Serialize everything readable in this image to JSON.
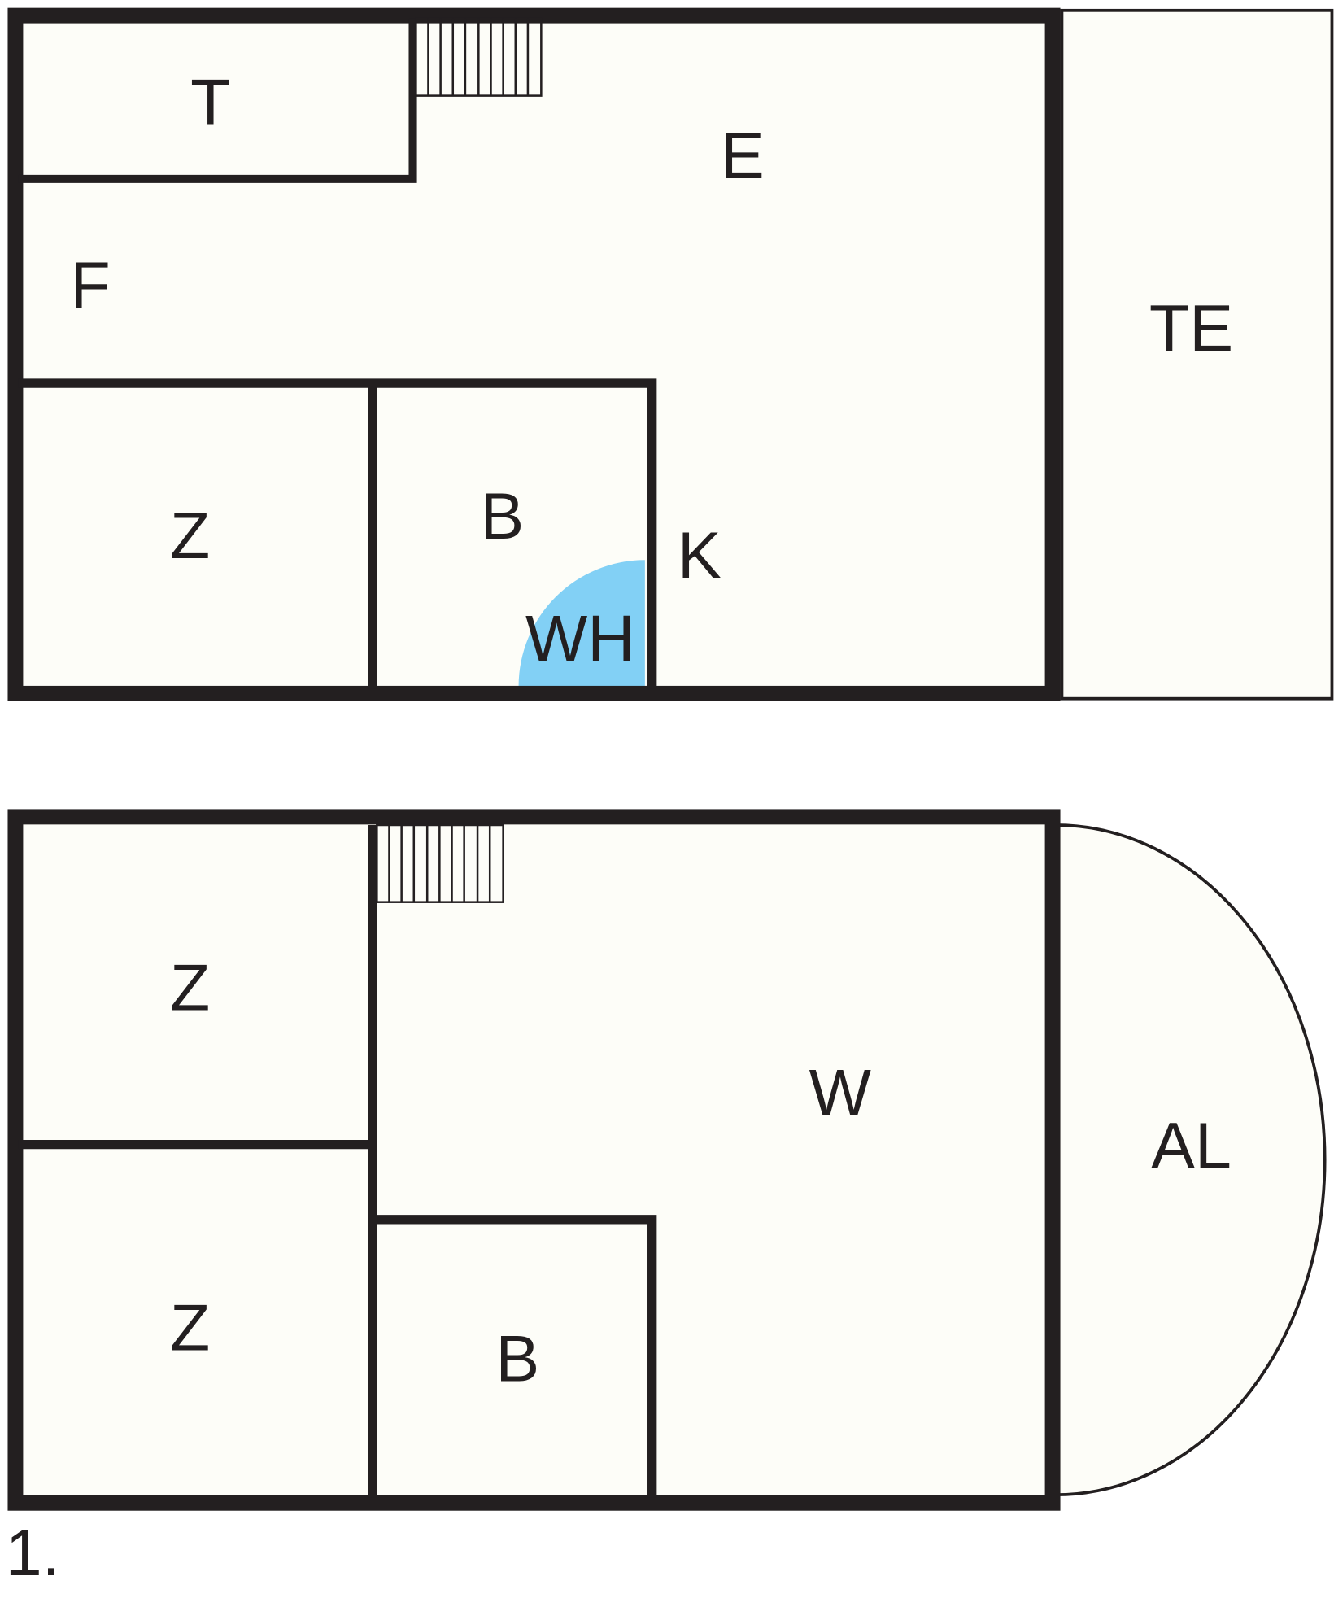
{
  "colors": {
    "wall": "#231f20",
    "floor": "#fdfdf8",
    "water_heater": "#82d0f5"
  },
  "upper_floor": {
    "rooms": {
      "t": "T",
      "e": "E",
      "f": "F",
      "te": "TE",
      "z": "Z",
      "b": "B",
      "k": "K",
      "wh": "WH"
    }
  },
  "lower_floor": {
    "rooms": {
      "z1": "Z",
      "z2": "Z",
      "w": "W",
      "b": "B",
      "al": "AL"
    },
    "floor_label": "1."
  }
}
